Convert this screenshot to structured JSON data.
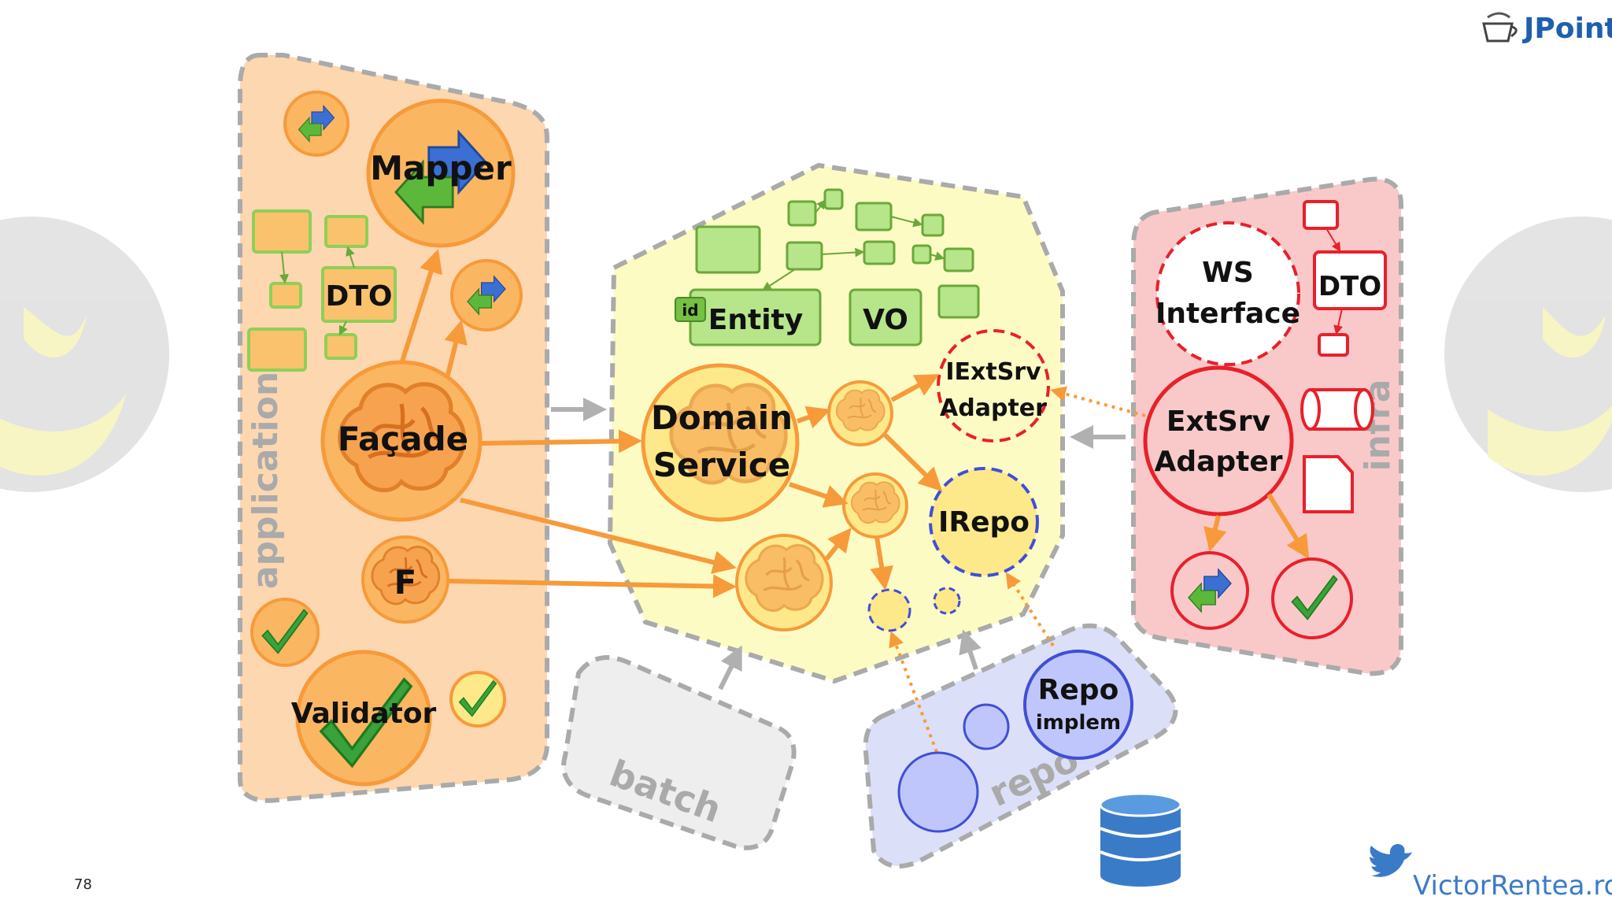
{
  "slide": {
    "page_number": "78",
    "brand": "JPoint",
    "author_handle": "VictorRentea.ro"
  },
  "zones": {
    "application": "application",
    "domain": "",
    "infra": "infra",
    "batch": "batch",
    "repo": "repo"
  },
  "nodes": {
    "mapper": "Mapper",
    "dto_app": "DTO",
    "facade": "Façade",
    "f": "F",
    "validator": "Validator",
    "id_badge": "id",
    "entity": "Entity",
    "vo": "VO",
    "domain_service_1": "Domain",
    "domain_service_2": "Service",
    "iextsrv_1": "IExtSrv",
    "iextsrv_2": "Adapter",
    "irepo": "IRepo",
    "ws_1": "WS",
    "ws_2": "Interface",
    "dto_infra": "DTO",
    "extsrv_1": "ExtSrv",
    "extsrv_2": "Adapter",
    "repo_impl_1": "Repo",
    "repo_impl_2": "implem"
  },
  "colors": {
    "application_fill": "#fcd7b0",
    "domain_fill": "#fdfbc4",
    "infra_fill": "#f9c9c9",
    "repo_fill": "#dcdff8",
    "batch_fill": "#eeeeee",
    "orange": "#f79a3a",
    "red": "#e8202a",
    "blue": "#3f4fd6",
    "green": "#76c043",
    "gray_dash": "#aaaaaa"
  },
  "icons": [
    "brain-icon",
    "checkmark-icon",
    "transform-arrows-icon",
    "database-icon",
    "twitter-bird-icon",
    "coffee-cup-logo-icon",
    "cylinder-icon",
    "document-icon",
    "pumpkin-face-icon"
  ]
}
